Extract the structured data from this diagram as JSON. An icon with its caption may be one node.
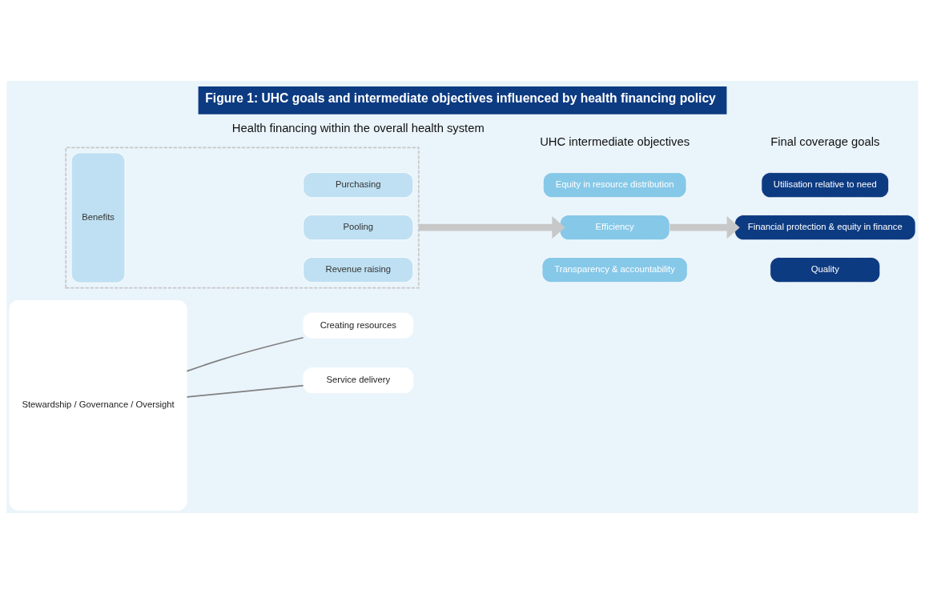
{
  "diagram": {
    "title": "Figure 1: UHC goals and intermediate objectives influenced by health financing policy",
    "nodes": [
      {
        "text": [
          "Stewardship / Governance / Oversight"
        ]
      },
      {
        "text": [
          "Creating resources"
        ]
      },
      {
        "text": [],
        "shape": "box"
      },
      {
        "text": [
          "Revenue raising"
        ],
        "in": 2
      },
      {
        "text": [
          "Pooling"
        ],
        "in": 2
      },
      {
        "text": [
          "Purchasing"
        ],
        "in": 2
      },
      {
        "text": [
          "Benefits"
        ],
        "in": 2
      },
      {
        "text": [
          "Service delivery"
        ]
      },
      {
        "text": [
          "Equity in resource distribution"
        ]
      },
      {
        "text": [
          "Efficiency"
        ]
      },
      {
        "text": [
          "Transparency & accountability"
        ]
      },
      {
        "text": [
          "Utilisation relative to need"
        ]
      },
      {
        "text": [
          "Financial protection & equity in finance"
        ]
      },
      {
        "text": [
          "Quality"
        ]
      }
    ],
    "edges": [
      {
        "from": 0,
        "to": 1,
        "arrow": "none",
        "color": "#808080"
      },
      {
        "from": 0,
        "to": 7,
        "arrow": "none",
        "color": "#808080"
      },
      {
        "from": 2,
        "to": 9,
        "arrow": "to",
        "style": "thick",
        "color": "#c8c8c8"
      },
      {
        "from": 9,
        "to": 12,
        "arrow": "to",
        "style": "thick",
        "color": "#c8c8c8"
      }
    ],
    "labels": [
      "Health financing within the overall health system",
      "UHC intermediate objectives",
      "Final coverage goals"
    ]
  }
}
